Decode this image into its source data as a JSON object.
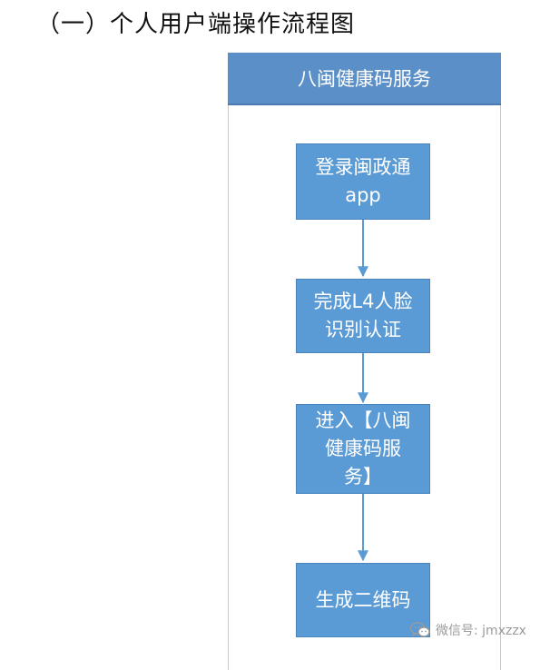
{
  "heading": "（一）个人用户端操作流程图",
  "lane": {
    "title": "八闽健康码服务"
  },
  "steps": [
    {
      "lines": [
        "登录闽政通",
        "app"
      ]
    },
    {
      "lines": [
        "完成L4人脸",
        "识别认证"
      ]
    },
    {
      "lines": [
        "进入【八闽",
        "健康码服",
        "务】"
      ]
    },
    {
      "lines": [
        "生成二维码"
      ]
    }
  ],
  "watermark": {
    "icon": "wechat-icon",
    "text": "微信号: jmxzzx"
  },
  "colors": {
    "header": "#5b8fc7",
    "step": "#5b9bd5",
    "arrow": "#5b9bd5"
  }
}
